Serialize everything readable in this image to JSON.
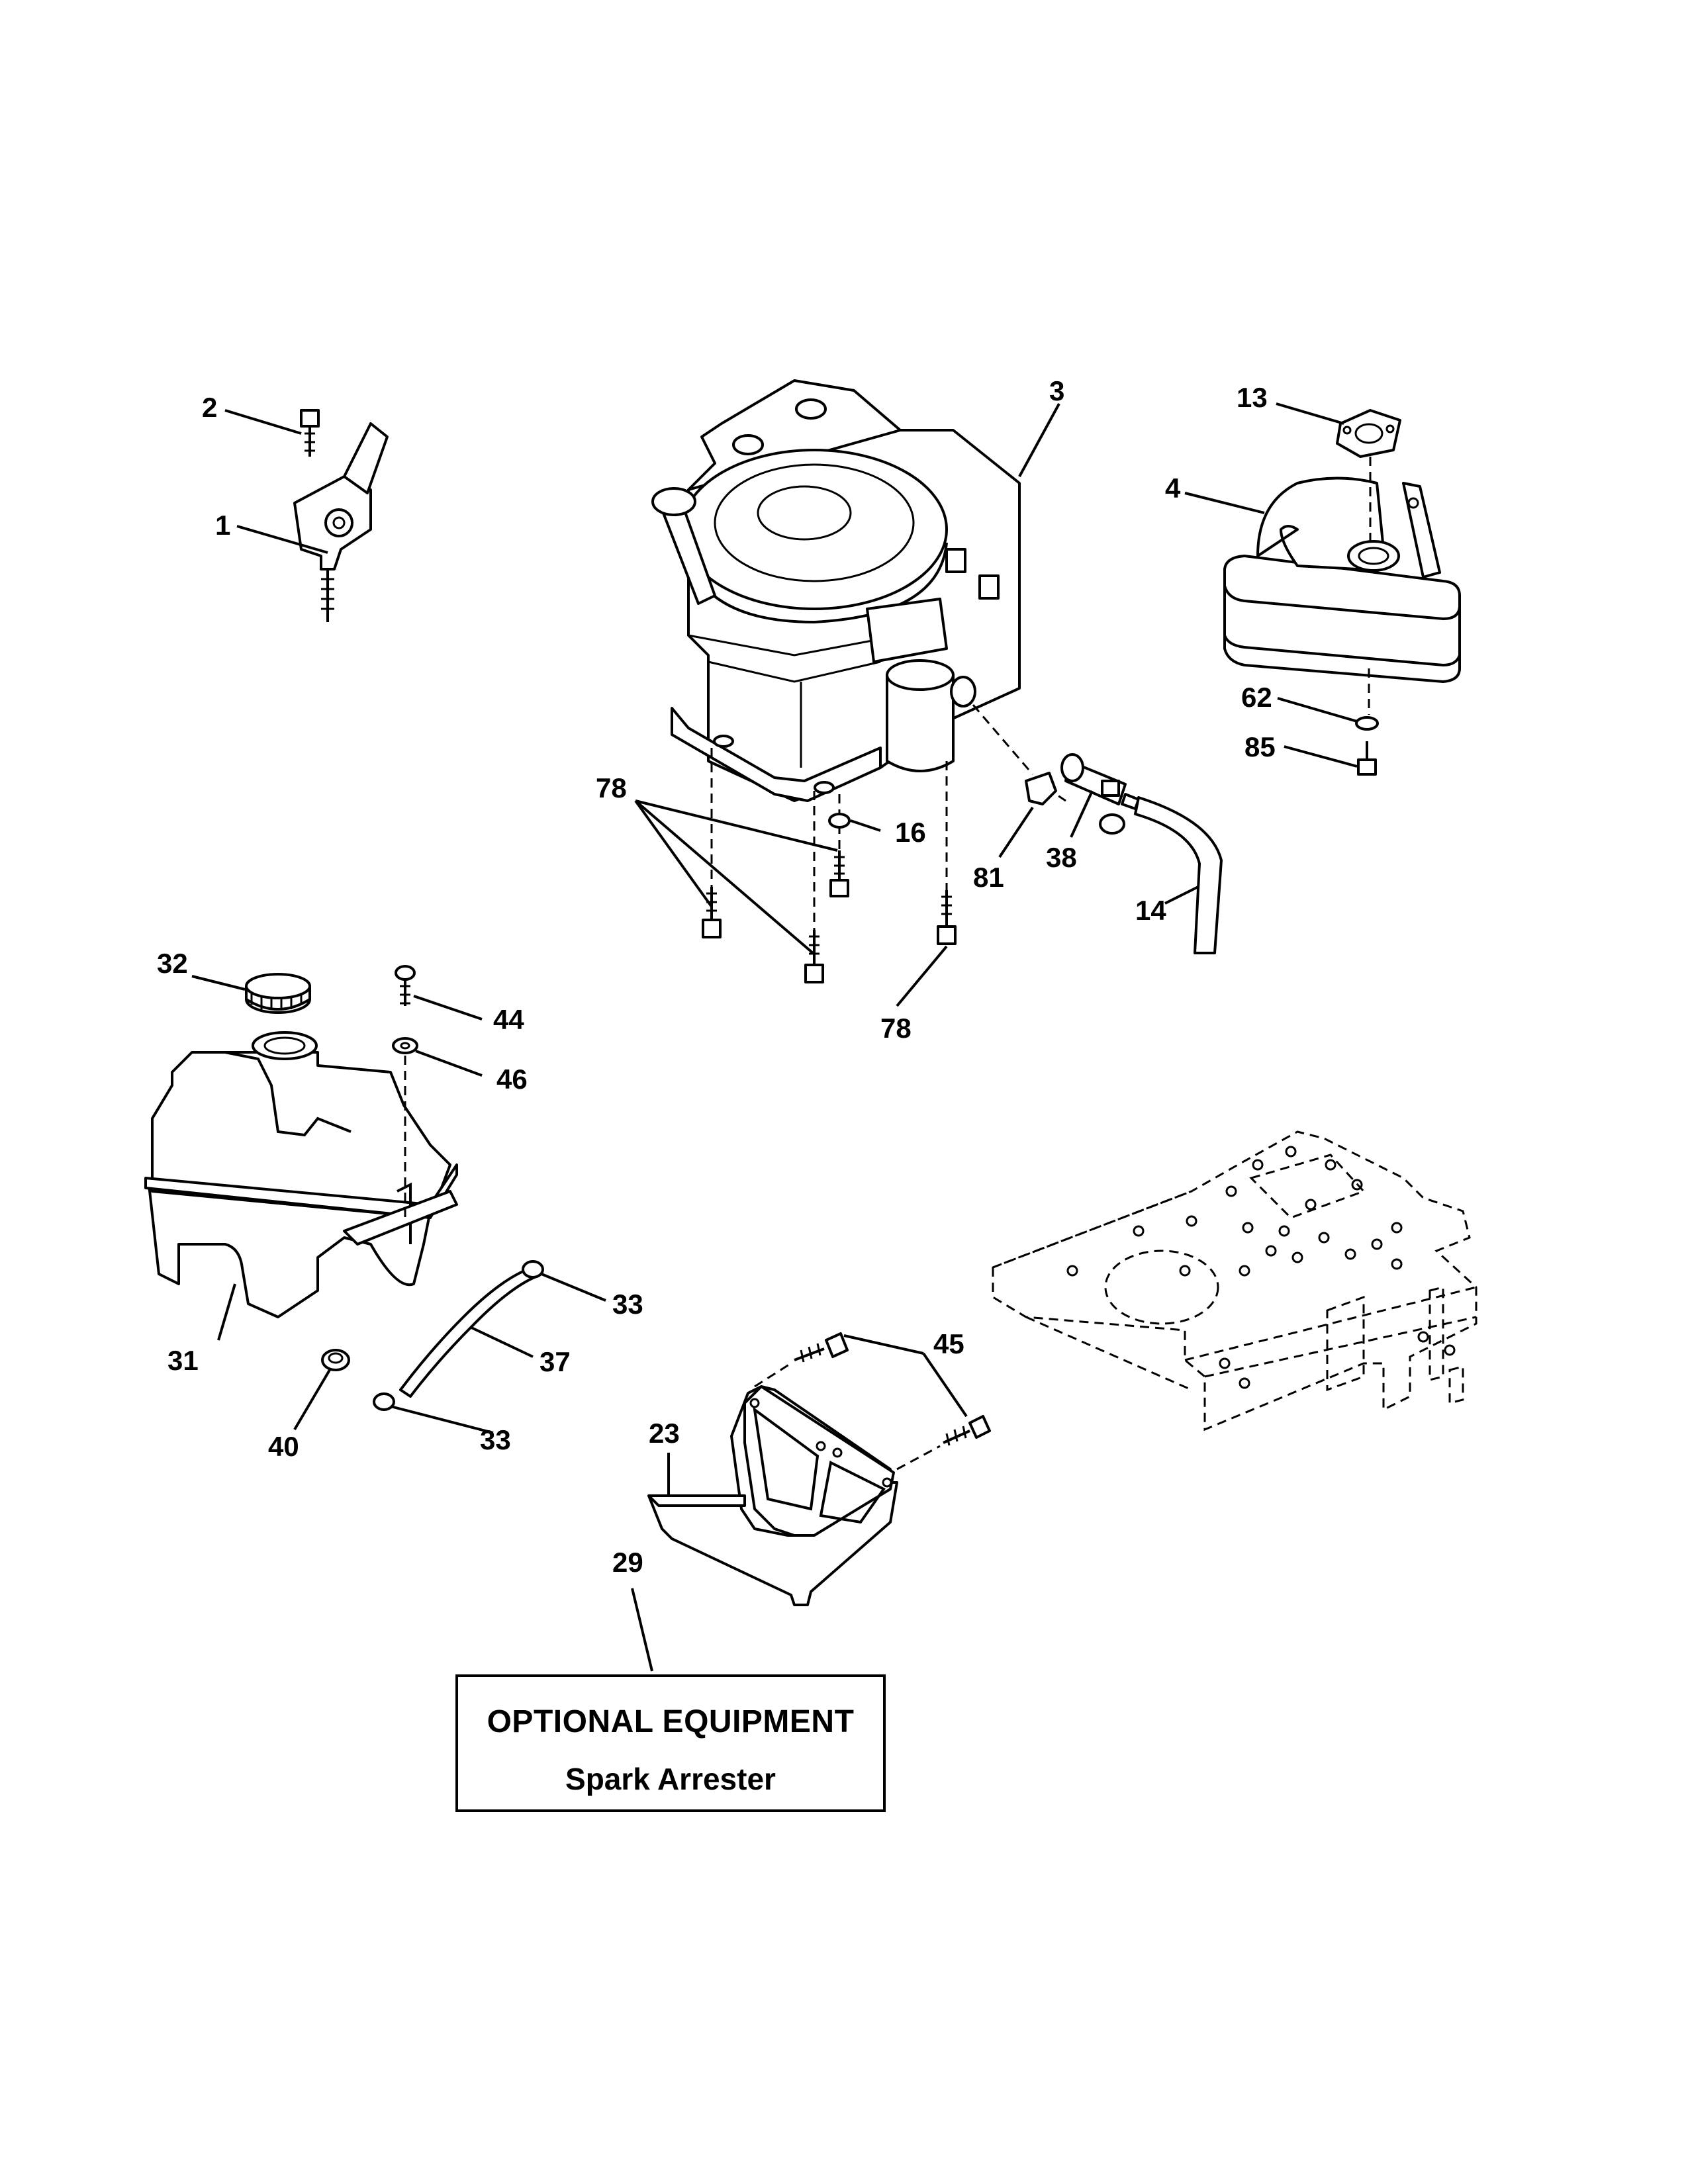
{
  "callouts": {
    "c1": "1",
    "c2": "2",
    "c3": "3",
    "c4": "4",
    "c13": "13",
    "c14": "14",
    "c16": "16",
    "c23": "23",
    "c29": "29",
    "c31": "31",
    "c32": "32",
    "c33a": "33",
    "c33b": "33",
    "c37": "37",
    "c38": "38",
    "c40": "40",
    "c44": "44",
    "c45": "45",
    "c46": "46",
    "c62": "62",
    "c78a": "78",
    "c78b": "78",
    "c81": "81",
    "c85": "85"
  },
  "note": {
    "title": "OPTIONAL EQUIPMENT",
    "subtitle": "Spark Arrester"
  }
}
